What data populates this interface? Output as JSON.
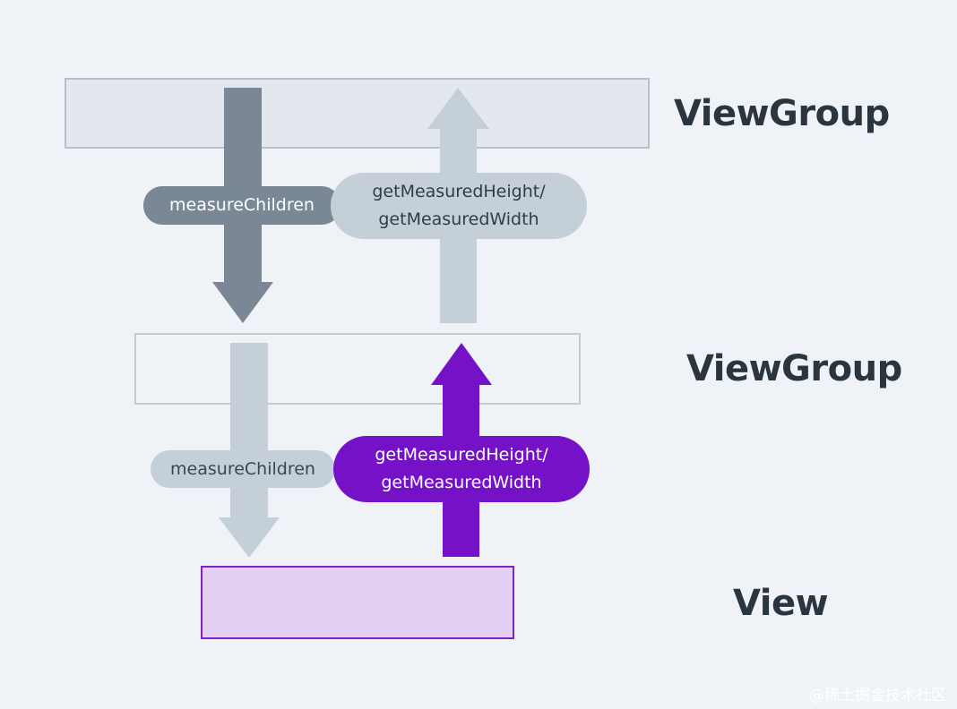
{
  "labels": {
    "top": "ViewGroup",
    "middle": "ViewGroup",
    "bottom": "View"
  },
  "upper_stage": {
    "down_label": "measureChildren",
    "up_label_line1": "getMeasuredHeight/",
    "up_label_line2": "getMeasuredWidth"
  },
  "lower_stage": {
    "down_label": "measureChildren",
    "up_label_line1": "getMeasuredHeight/",
    "up_label_line2": "getMeasuredWidth"
  },
  "watermark": "@稀土掘金技术社区",
  "colors": {
    "background": "#eff3f8",
    "dark_arrow": "#7b8794",
    "light_arrow": "#c5cfd7",
    "purple": "#7512c8",
    "view_fill": "#e3d0f3",
    "label_text": "#2b3540"
  }
}
